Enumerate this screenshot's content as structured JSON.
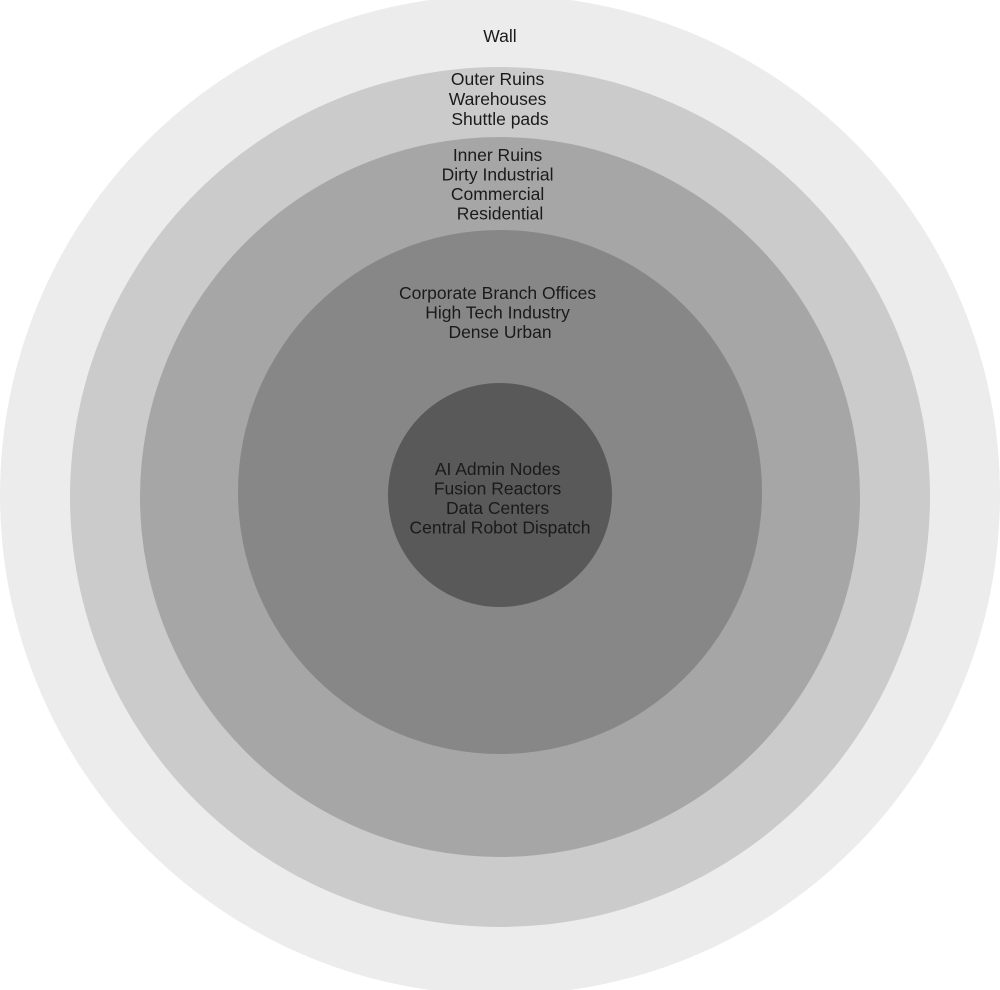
{
  "zones": [
    {
      "id": "wall",
      "fill": "#ececec",
      "lines": [
        "Wall"
      ]
    },
    {
      "id": "outer-ruins",
      "fill": "#cbcbcb",
      "lines": [
        "Outer Ruins",
        "Warehouses",
        "Shuttle pads"
      ]
    },
    {
      "id": "inner-ruins",
      "fill": "#a6a6a6",
      "lines": [
        "Inner Ruins",
        "Dirty Industrial",
        "Commercial",
        "Residential"
      ]
    },
    {
      "id": "corporate",
      "fill": "#878787",
      "lines": [
        "Corporate Branch Offices",
        "High Tech Industry",
        "Dense Urban"
      ]
    },
    {
      "id": "core",
      "fill": "#595959",
      "lines": [
        "AI Admin Nodes",
        "Fusion Reactors",
        "Data Centers",
        "Central Robot Dispatch"
      ]
    }
  ]
}
